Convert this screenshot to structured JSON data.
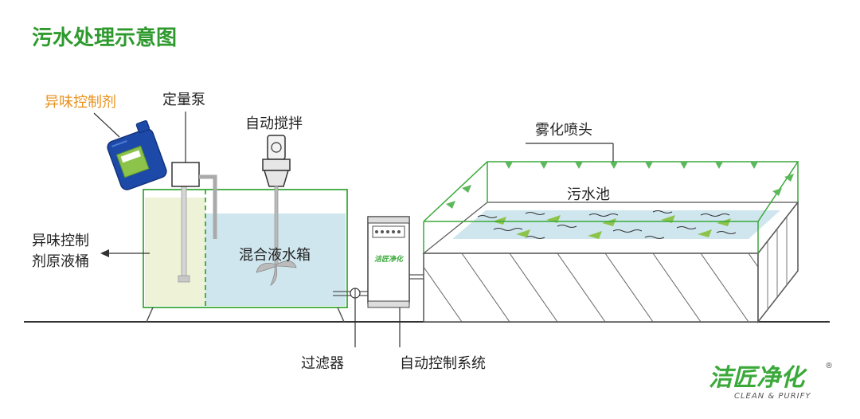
{
  "title": "污水处理示意图",
  "labels": {
    "odor_agent": "异味控制剂",
    "metering_pump": "定量泵",
    "auto_stirrer": "自动搅拌",
    "raw_tank_line1": "异味控制",
    "raw_tank_line2": "剂原液桶",
    "mixing_tank": "混合液水箱",
    "filter": "过滤器",
    "control_system": "自动控制系统",
    "atomizer_nozzle": "雾化喷头",
    "sewage_pool": "污水池"
  },
  "logo": {
    "main": "洁匠净化",
    "sub": "CLEAN & PURIFY",
    "mark": "®"
  },
  "colors": {
    "green": "#3aa93a",
    "title_green": "#2e9a2e",
    "orange": "#e8901a",
    "water": "#cfe6ee",
    "concentrate": "#eef3d8",
    "jug_blue": "#1d4aa8",
    "line_dark": "#333333"
  }
}
